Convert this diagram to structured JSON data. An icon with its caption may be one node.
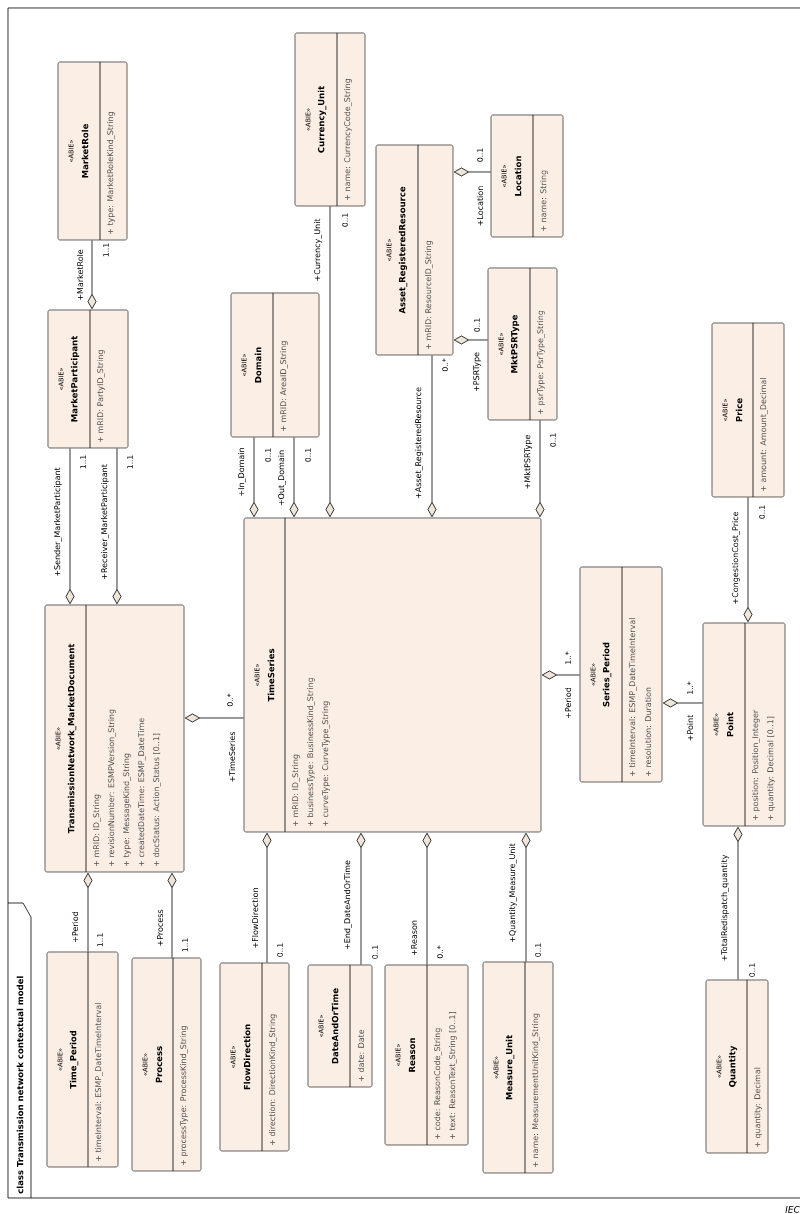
{
  "diagram": {
    "title": "class Transmission network contextual model",
    "nodes": [
      {
        "text": [
          "«ABIE»",
          "MarketRole",
          "+ type: MarketRoleKind_String"
        ]
      },
      {
        "text": [
          "«ABIE»",
          "MarketParticipant",
          "+ mRID: PartyID_String"
        ]
      },
      {
        "text": [
          "«ABIE»",
          "Currency_Unit",
          "+ name: CurrencyCode_String"
        ]
      },
      {
        "text": [
          "«ABIE»",
          "Domain",
          "+ mRID: AreaID_String"
        ]
      },
      {
        "text": [
          "«ABIE»",
          "Asset_RegisteredResource",
          "+ mRID: ResourceID_String"
        ]
      },
      {
        "text": [
          "«ABIE»",
          "Location",
          "+ name: String"
        ]
      },
      {
        "text": [
          "«ABIE»",
          "MktPSRType",
          "+ psrType: PsrType_String"
        ]
      },
      {
        "text": [
          "«ABIE»",
          "TransmissionNetwork_MarketDocument",
          "+ mRID: ID_String",
          "+ revisionNumber: ESMPVersion_String",
          "+ type: MessageKind_String",
          "+ createdDateTime: ESMP_DateTime",
          "+ docStatus: Action_Status [0..1]"
        ]
      },
      {
        "text": [
          "«ABIE»",
          "TimeSeries",
          "+ mRID: ID_String",
          "+ businessType: BusinessKind_String",
          "+ curveType: CurveType_String"
        ]
      },
      {
        "text": [
          "«ABIE»",
          "Price",
          "+ amount: Amount_Decimal"
        ]
      },
      {
        "text": [
          "«ABIE»",
          "Series_Period",
          "+ timeInterval: ESMP_DateTimeInterval",
          "+ resolution: Duration"
        ]
      },
      {
        "text": [
          "«ABIE»",
          "Point",
          "+ position: Position_Integer",
          "+ quantity: Decimal [0..1]"
        ]
      },
      {
        "text": [
          "«ABIE»",
          "Time_Period",
          "+ timeInterval: ESMP_DateTimeInterval"
        ]
      },
      {
        "text": [
          "«ABIE»",
          "Process",
          "+ processType: ProcessKind_String"
        ]
      },
      {
        "text": [
          "«ABIE»",
          "FlowDirection",
          "+ direction: DirectionKind_String"
        ]
      },
      {
        "text": [
          "«ABIE»",
          "DateAndOrTime",
          "+ date: Date"
        ]
      },
      {
        "text": [
          "«ABIE»",
          "Reason",
          "+ code: ReasonCode_String",
          "+ text: ReasonText_String [0..1]"
        ]
      },
      {
        "text": [
          "«ABIE»",
          "Measure_Unit",
          "+ name: MeasurementUnitKind_String"
        ]
      },
      {
        "text": [
          "«ABIE»",
          "Quantity",
          "+ quantity: Decimal"
        ]
      }
    ],
    "edges": [
      {
        "from": 1,
        "to": 0,
        "arrow": "other",
        "label": "+MarketRole"
      },
      {
        "from": 7,
        "to": 1,
        "arrow": "other",
        "label": "+Sender_MarketParticipant"
      },
      {
        "from": 7,
        "to": 1,
        "arrow": "other",
        "label": "+Receiver_MarketParticipant"
      },
      {
        "from": 8,
        "to": 3,
        "arrow": "other",
        "label": "+In_Domain"
      },
      {
        "from": 8,
        "to": 3,
        "arrow": "other",
        "label": "+Out_Domain"
      },
      {
        "from": 8,
        "to": 2,
        "arrow": "other",
        "label": "+Currency_Unit"
      },
      {
        "from": 8,
        "to": 4,
        "arrow": "other",
        "label": "+Asset_RegisteredResource"
      },
      {
        "from": 8,
        "to": 6,
        "arrow": "other",
        "label": "+MktPSRType"
      },
      {
        "from": 4,
        "to": 5,
        "arrow": "other",
        "label": "+Location"
      },
      {
        "from": 4,
        "to": 6,
        "arrow": "other",
        "label": "+PSRType"
      },
      {
        "from": 7,
        "to": 8,
        "arrow": "other",
        "label": "+TimeSeries"
      },
      {
        "from": 8,
        "to": 10,
        "arrow": "other",
        "label": "+Period"
      },
      {
        "from": 10,
        "to": 11,
        "arrow": "other",
        "label": "+Point"
      },
      {
        "from": 11,
        "to": 9,
        "arrow": "other",
        "label": "+CongestionCost_Price"
      },
      {
        "from": 7,
        "to": 12,
        "arrow": "other",
        "label": "+Period"
      },
      {
        "from": 7,
        "to": 13,
        "arrow": "other",
        "label": "+Process"
      },
      {
        "from": 8,
        "to": 14,
        "arrow": "other",
        "label": "+FlowDirection"
      },
      {
        "from": 8,
        "to": 15,
        "arrow": "other",
        "label": "+End_DateAndOrTime"
      },
      {
        "from": 8,
        "to": 16,
        "arrow": "other",
        "label": "+Reason"
      },
      {
        "from": 8,
        "to": 17,
        "arrow": "other",
        "label": "+Quantity_Measure_Unit"
      },
      {
        "from": 11,
        "to": 18,
        "arrow": "other",
        "label": "+TotalRedispatch_quantity"
      }
    ],
    "labels": [
      "1..1",
      "1..1",
      "1..1",
      "0..1",
      "0..1",
      "0..1",
      "0..*",
      "0..1",
      "0..1",
      "0..1",
      "0..*",
      "1..*",
      "1..*",
      "0..1",
      "1..1",
      "1..1",
      "0..1",
      "0..1",
      "0..*",
      "0..1",
      "0..1",
      "IEC"
    ]
  }
}
